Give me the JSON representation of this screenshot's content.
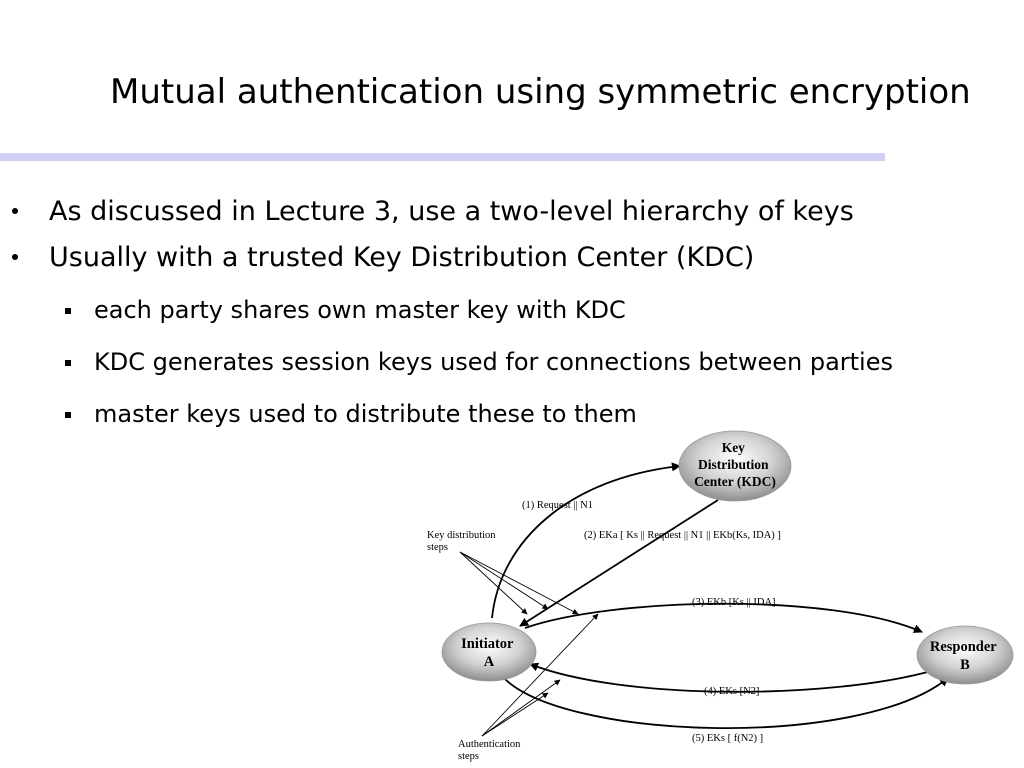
{
  "slide": {
    "title": "Mutual authentication using symmetric encryption",
    "bullets": [
      "As discussed in Lecture 3, use a two-level hierarchy of keys",
      "Usually with a trusted Key Distribution Center (KDC)"
    ],
    "sub_bullets": [
      "each party shares own master key with KDC",
      "KDC generates session keys used for connections between parties",
      "master keys used to distribute these to them"
    ]
  },
  "diagram": {
    "nodes": {
      "kdc": [
        "Key",
        "Distribution",
        "Center (KDC)"
      ],
      "initiator": [
        "Initiator",
        "A"
      ],
      "responder": [
        "Responder",
        "B"
      ]
    },
    "annotations": {
      "key_distribution": [
        "Key distribution",
        "steps"
      ],
      "authentication": [
        "Authentication",
        "steps"
      ]
    },
    "messages": {
      "step1": "(1) Request || N1",
      "step2": "(2) EKa [ Ks || Request || N1 || EKb(Ks, IDA) ]",
      "step3": "(3) EKb [Ks || IDA]",
      "step4": "(4) EKs [N2]",
      "step5": "(5) EKs [ f(N2) ]"
    }
  }
}
